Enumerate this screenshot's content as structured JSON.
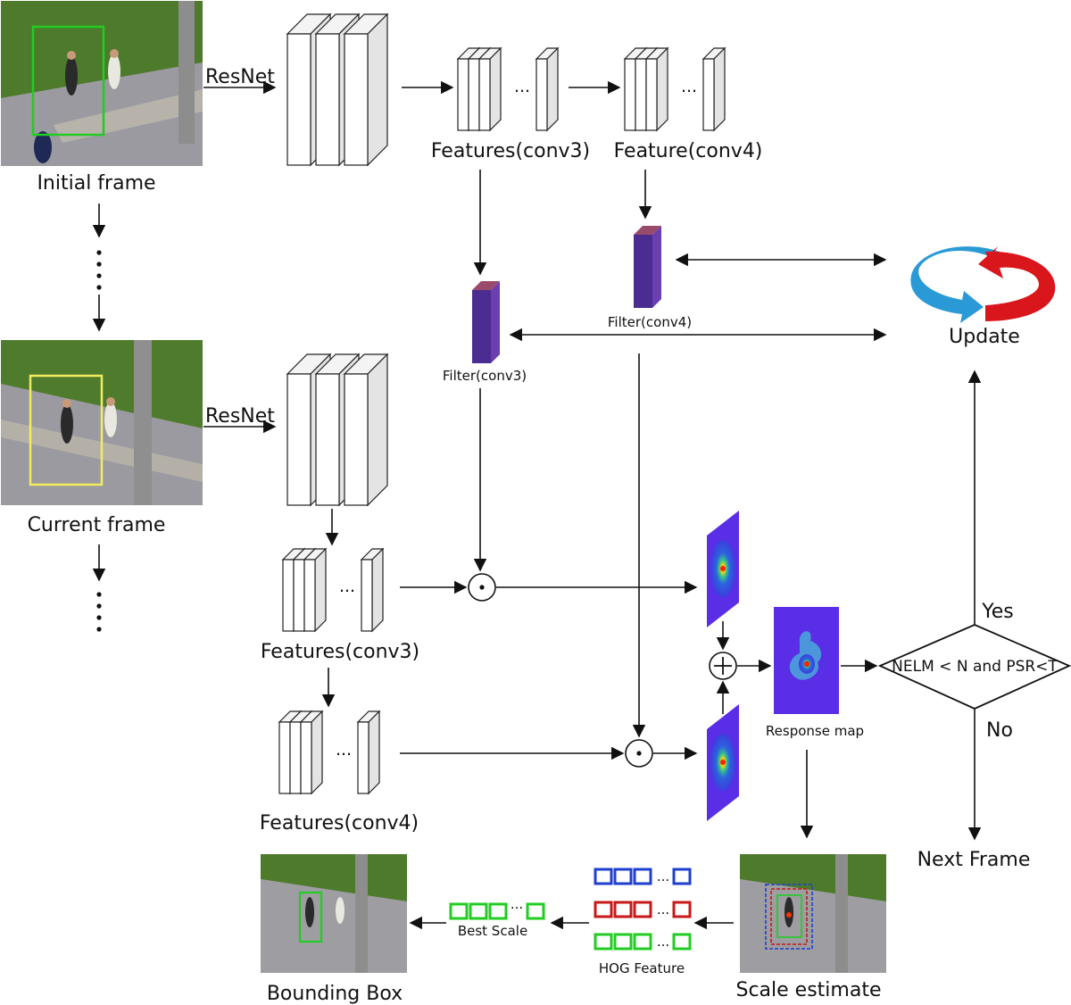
{
  "frames": {
    "initial_label": "Initial frame",
    "current_label": "Current frame"
  },
  "backbone": {
    "top_label": "ResNet",
    "bottom_label": "ResNet"
  },
  "features": {
    "top_conv3": "Features(conv3)",
    "top_conv4": "Feature(conv4)",
    "bottom_conv3": "Features(conv3)",
    "bottom_conv4": "Features(conv4)",
    "ellipsis": "..."
  },
  "filters": {
    "conv3": "Filter(conv3)",
    "conv4": "Filter(conv4)"
  },
  "update": {
    "label": "Update"
  },
  "response": {
    "label": "Response map"
  },
  "decision": {
    "condition": "NELM < N and PSR<T",
    "yes": "Yes",
    "no": "No",
    "next": "Next Frame"
  },
  "scale": {
    "estimate_label": "Scale estimate",
    "hog_label": "HOG Feature",
    "best_label": "Best Scale",
    "bbox_label": "Bounding Box",
    "ellipsis": "..."
  },
  "colors": {
    "filter_face": "#4b2c91",
    "filter_side": "#6b3fb0",
    "filter_top": "#9a4a6a",
    "update_red": "#d9161c",
    "update_blue": "#2a9ad6",
    "hog_blue": "#1f3fd0",
    "hog_red": "#c81818",
    "hog_green": "#22cc22",
    "init_box": "#22cc22",
    "current_box": "#f2ec5a",
    "response_bg": "#5a2ee6"
  }
}
